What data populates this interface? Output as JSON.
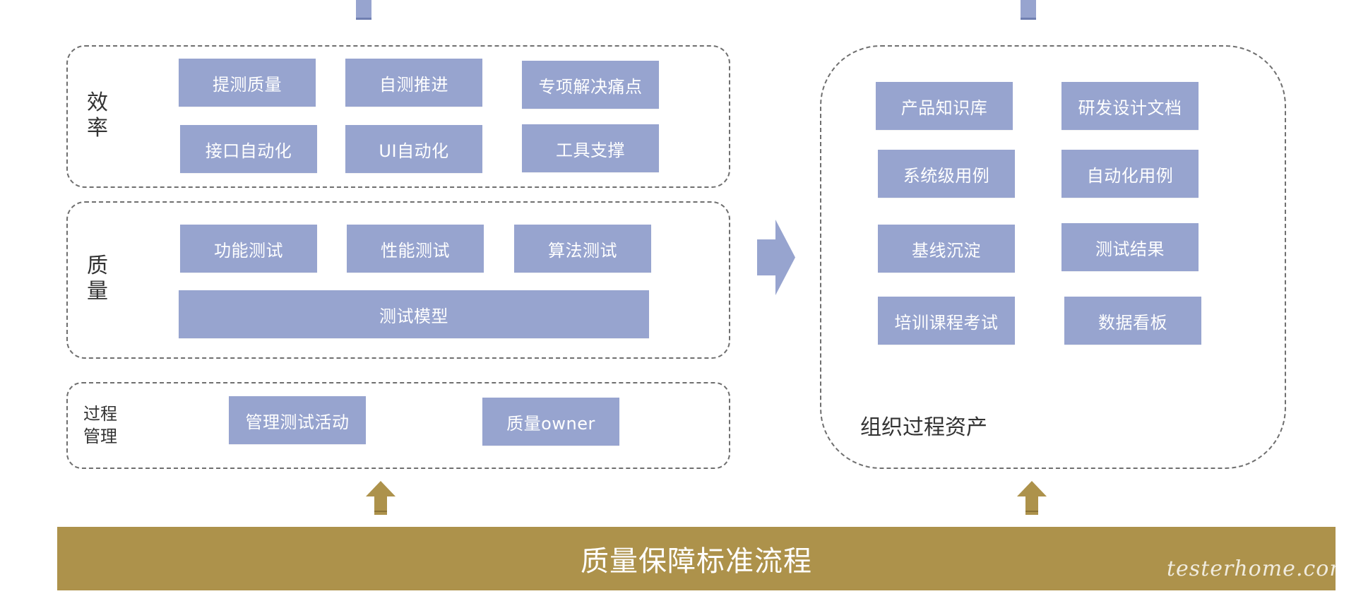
{
  "left_panel": {
    "efficiency": {
      "label_line1": "效",
      "label_line2": "率",
      "items": [
        "提测质量",
        "自测推进",
        "专项解决痛点",
        "接口自动化",
        "UI自动化",
        "工具支撑"
      ]
    },
    "quality": {
      "label_line1": "质",
      "label_line2": "量",
      "items": [
        "功能测试",
        "性能测试",
        "算法测试",
        "测试模型"
      ]
    },
    "process": {
      "label_line1": "过程",
      "label_line2": "管理",
      "items": [
        "管理测试活动",
        "质量owner"
      ]
    }
  },
  "right_panel": {
    "items": [
      "产品知识库",
      "研发设计文档",
      "系统级用例",
      "自动化用例",
      "基线沉淀",
      "测试结果",
      "培训课程考试",
      "数据看板"
    ],
    "caption": "组织过程资产"
  },
  "banner": {
    "label": "质量保障标准流程"
  },
  "watermark": {
    "text": "testerhome.com"
  },
  "colors": {
    "box_fill": "#97a4cf",
    "banner_fill": "#ad924b",
    "arrow_gold": "#ad924b",
    "arrow_blue": "#97a4cf",
    "dashed_border": "#6f6f6f"
  },
  "icons": {
    "top_left_stub": "arrow-stub-icon",
    "top_right_stub": "arrow-stub-icon",
    "middle_arrow": "arrow-right-icon",
    "bottom_left_arrow": "arrow-up-icon",
    "bottom_right_arrow": "arrow-up-icon"
  }
}
